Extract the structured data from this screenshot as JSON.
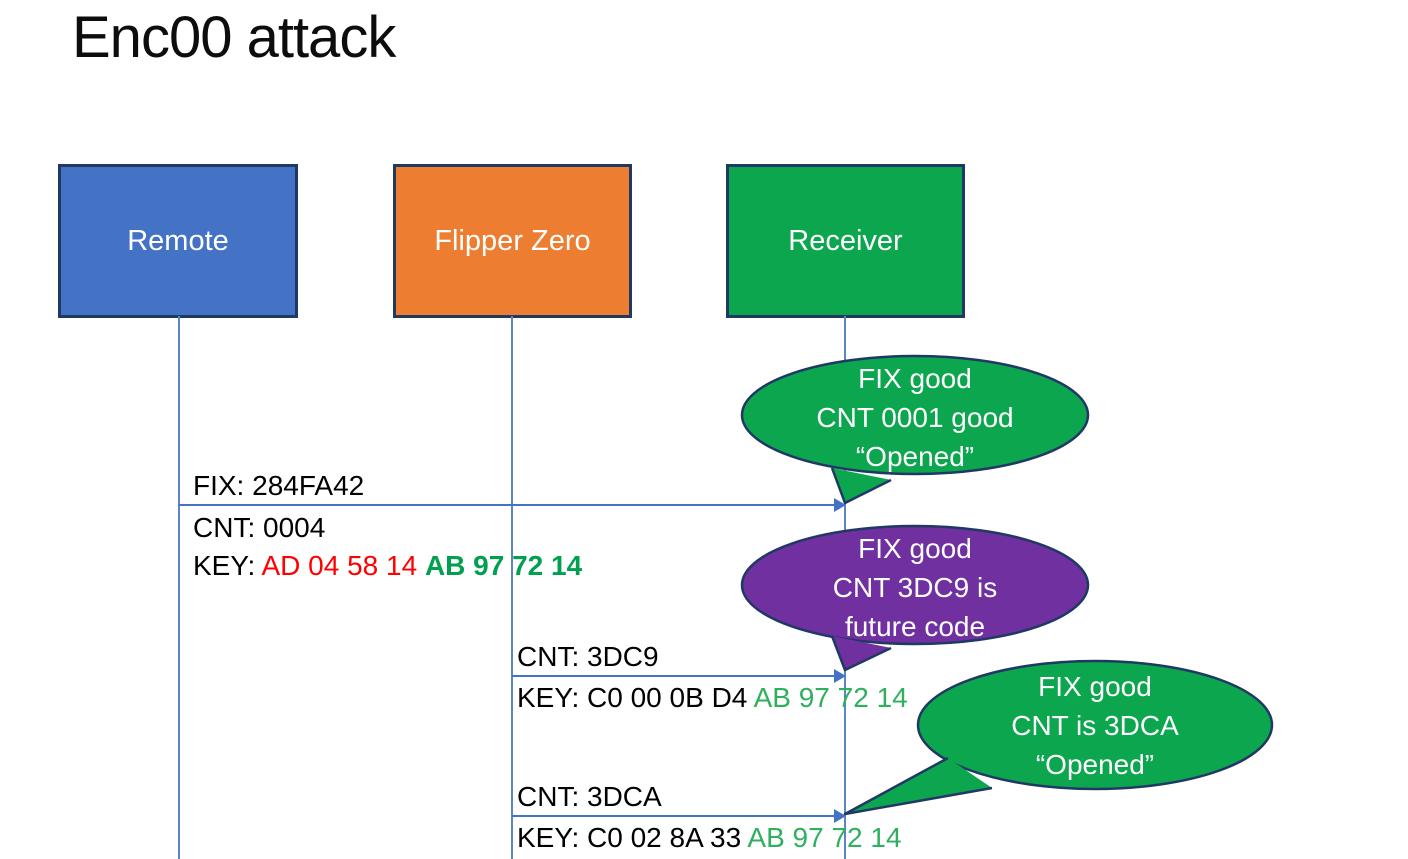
{
  "title": "Enc00 attack",
  "actors": [
    {
      "label": "Remote",
      "fill": "#4472C4"
    },
    {
      "label": "Flipper Zero",
      "fill": "#ED7D31"
    },
    {
      "label": "Receiver",
      "fill": "#0CA64F"
    }
  ],
  "messages": [
    {
      "from": "Remote",
      "to": "Receiver",
      "fix": "FIX: 284FA42",
      "cnt": "CNT: 0004",
      "key_prefix": "KEY: ",
      "key_red": "AD 04 58 14 ",
      "key_green": "AB 97 72 14"
    },
    {
      "from": "Flipper Zero",
      "to": "Receiver",
      "cnt": "CNT: 3DC9",
      "key_prefix": "KEY: C0 00 0B D4 ",
      "key_green": "AB 97 72 14"
    },
    {
      "from": "Flipper Zero",
      "to": "Receiver",
      "cnt": "CNT: 3DCA",
      "key_prefix": "KEY: C0 02 8A 33 ",
      "key_green": "AB 97 72 14"
    }
  ],
  "bubbles": [
    {
      "color": "#0CA64F",
      "lines": [
        "FIX good",
        "CNT 0001 good",
        "“Opened”"
      ]
    },
    {
      "color": "#7030A0",
      "lines": [
        "FIX good",
        "CNT 3DC9 is",
        "future code"
      ]
    },
    {
      "color": "#0CA64F",
      "lines": [
        "FIX good",
        "CNT is 3DCA",
        "“Opened”"
      ]
    }
  ],
  "colors": {
    "actor_remote": "#4472C4",
    "actor_flipper": "#ED7D31",
    "actor_receiver": "#0CA64F",
    "shape_border": "#1F3864",
    "bubble_green": "#0CA64F",
    "bubble_purple": "#7030A0",
    "arrow_blue": "#4472C4",
    "key_red": "#FF0000",
    "key_green_bold": "#00A050",
    "key_green": "#2EB05E"
  }
}
